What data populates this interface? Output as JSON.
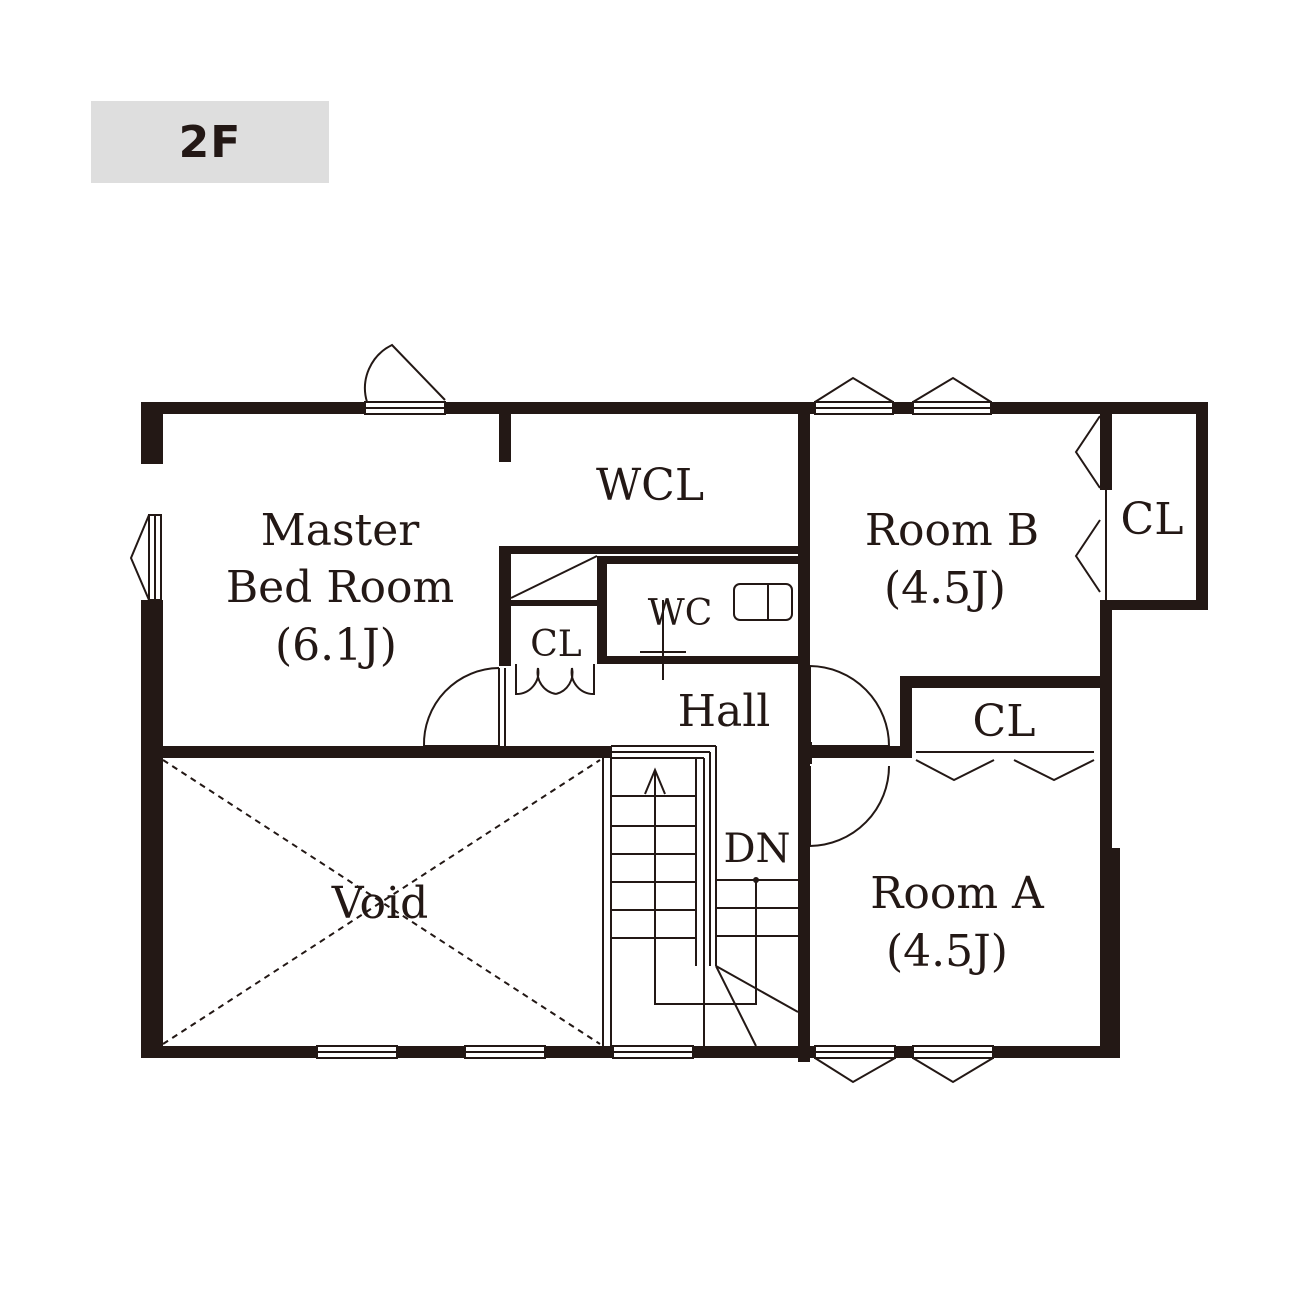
{
  "floor_label": "2F",
  "rooms": {
    "master": {
      "line1": "Master",
      "line2": "Bed Room",
      "line3": "(6.1J)"
    },
    "wcl": {
      "name": "WCL"
    },
    "room_b": {
      "name": "Room B",
      "size": "(4.5J)"
    },
    "cl_room_b": {
      "name": "CL"
    },
    "wc": {
      "name": "WC"
    },
    "cl_small": {
      "name": "CL"
    },
    "hall": {
      "name": "Hall"
    },
    "cl_hall": {
      "name": "CL"
    },
    "void": {
      "name": "Void"
    },
    "stairs": {
      "label": "DN"
    },
    "room_a": {
      "name": "Room A",
      "size": "(4.5J)"
    }
  }
}
